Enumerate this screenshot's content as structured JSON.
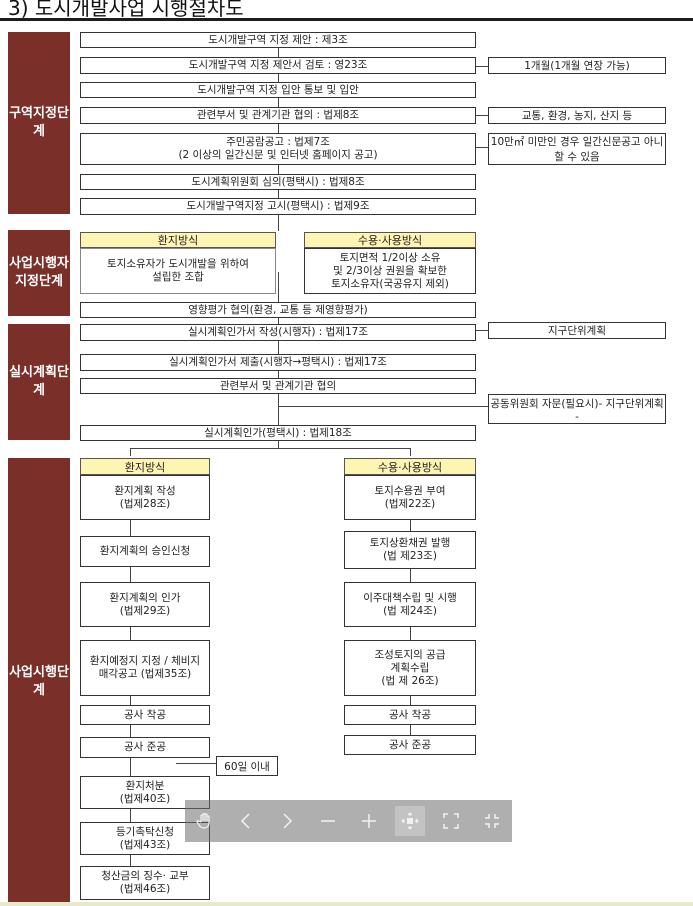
{
  "title": "3) 도시개발사업 시행절차도",
  "stages": [
    "구역\n지정\n단계",
    "사업\n시행자\n지정단계",
    "실시\n계획\n단계",
    "사업\n시행\n단계"
  ],
  "zone": {
    "steps": [
      "도시개발구역 지정 제안 : 제3조",
      "도시개발구역 지정 제안서 검토 : 영23조",
      "도시개발구역 지정 입안 통보 및 입안",
      "관련부서 및 관계기관 협의 : 법제8조",
      "주민공람공고 : 법제7조\n(2 이상의 일간신문 및 인터넷 홈페이지 공고)",
      "도시계획위원회 심의(평택시) : 법제8조",
      "도시개발구역지정 고시(평택시) : 법제9조"
    ],
    "notes": [
      "1개월(1개월 연장 가능)",
      "교통, 환경, 농지, 산지 등",
      "10만㎡ 미만인 경우 일간신문\n공고 아니할 수 있음"
    ]
  },
  "operator": {
    "left_head": "환지방식",
    "left_body": "토지소유자가 도시개발을 위하여\n설립한 조합",
    "right_head": "수용·사용방식",
    "right_body": "토지면적 1/2이상 소유\n및 2/3이상 권원을 확보한\n토지소유자(국공유지 제외)",
    "impact": "영향평가 협의(환경, 교통 등 제영향평가)"
  },
  "plan": {
    "steps": [
      "실시계획인가서 작성(시행자) : 법제17조",
      "실시계획인가서 제출(시행자→평택시) : 법제17조",
      "관련부서 및 관계기관 협의",
      "실시계획인가(평택시) : 법제18조"
    ],
    "notes": [
      "지구단위계획",
      "공동위원회 자문(필요시)\n- 지구단위계획 -"
    ]
  },
  "exec": {
    "left_head": "환지방식",
    "left": [
      "환지계획 작성\n(법제28조)",
      "환지계획의 승인신청",
      "환지계획의 인가\n(법제29조)",
      "환지예정지 지정 / 체비지\n매각공고 (법제35조)",
      "공사 착공",
      "공사 준공",
      "환지처분\n(법제40조)",
      "등기촉탁신청\n(법제43조)",
      "청산금의 징수· 교부\n(법제46조)"
    ],
    "right_head": "수용·사용방식",
    "right": [
      "토지수용권 부여\n(법제22조)",
      "토지상환채권 발행\n(법 제23조)",
      "이주대책수립 및 시행\n(법 제24조)",
      "조성토지의 공급\n계획수립\n(법 제 26조)",
      "공사 착공",
      "공사 준공"
    ],
    "note": "60일 이내"
  },
  "toolbar": {
    "icons": [
      "hand-icon",
      "chevron-left-icon",
      "chevron-right-icon",
      "zoom-out-icon",
      "zoom-in-icon",
      "fit-icon",
      "fullscreen-icon",
      "exit-fullscreen-icon"
    ]
  },
  "colors": {
    "stage": "#7a2f28",
    "head": "#fff5b3",
    "toolbar": "#6e6e6e"
  }
}
